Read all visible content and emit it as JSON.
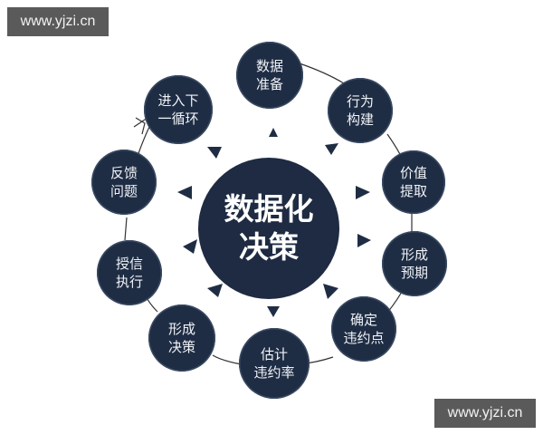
{
  "watermark_top": "www.yjzi.cn",
  "watermark_bottom": "www.yjzi.cn",
  "center": {
    "label": "数据化\n决策"
  },
  "nodes": [
    {
      "label": "数据\n准备"
    },
    {
      "label": "行为\n构建"
    },
    {
      "label": "价值\n提取"
    },
    {
      "label": "形成\n预期"
    },
    {
      "label": "确定\n违约点"
    },
    {
      "label": "估计\n违约率"
    },
    {
      "label": "形成\n决策"
    },
    {
      "label": "授信\n执行"
    },
    {
      "label": "反馈\n问题"
    },
    {
      "label": "进入下\n一循环"
    }
  ],
  "colors": {
    "node_fill": "#1f2d44",
    "center_fill": "#1e2b42",
    "connector": "#333333"
  }
}
